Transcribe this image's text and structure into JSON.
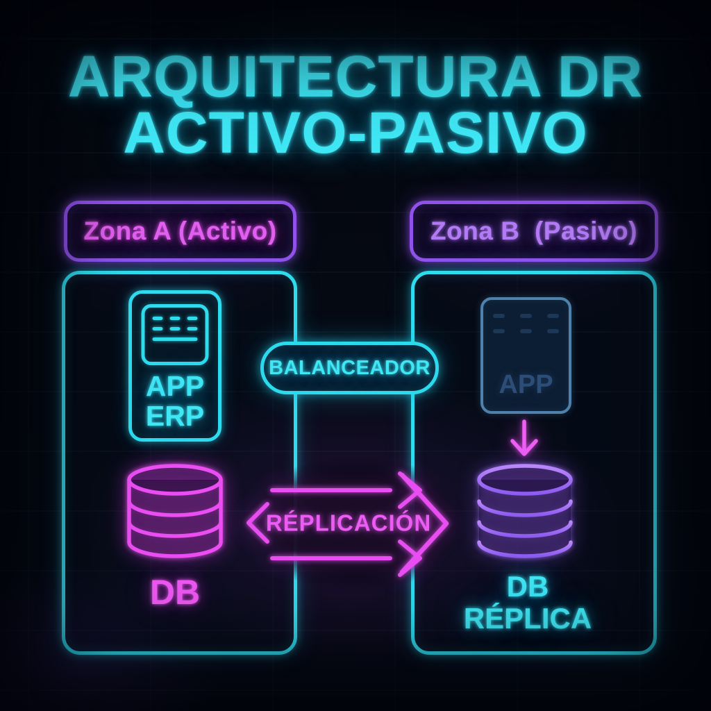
{
  "title": {
    "line1": "ARQUITECTURA DR",
    "line2": "ACTIVO-PASIVO"
  },
  "zones": {
    "a": {
      "label": "Zona A (Activo)"
    },
    "b": {
      "label": "Zona B  (Pasivo)"
    }
  },
  "zone_a": {
    "app_card": {
      "line1": "APP",
      "line2": "ERP"
    },
    "db_label": "DB"
  },
  "middle": {
    "balancer_label": "BALANCEADOR",
    "replication_label": "RÉPLICACIÓN"
  },
  "zone_b": {
    "app_label": "APP",
    "db": {
      "line1": "DB",
      "line2": "RÉPLICA"
    }
  },
  "colors": {
    "background": "#05080f",
    "neon_cyan": "#3fe6f4",
    "neon_magenta": "#ee58f2",
    "zone_border_purple": "#9152ea",
    "zone_a_label_text": "#e05ff0",
    "zone_b_label_text": "#b27af4",
    "replica_db_purple": "#9b6cf4",
    "muted_card_border": "#4e82ad",
    "muted_card_text": "#2b4d78"
  }
}
